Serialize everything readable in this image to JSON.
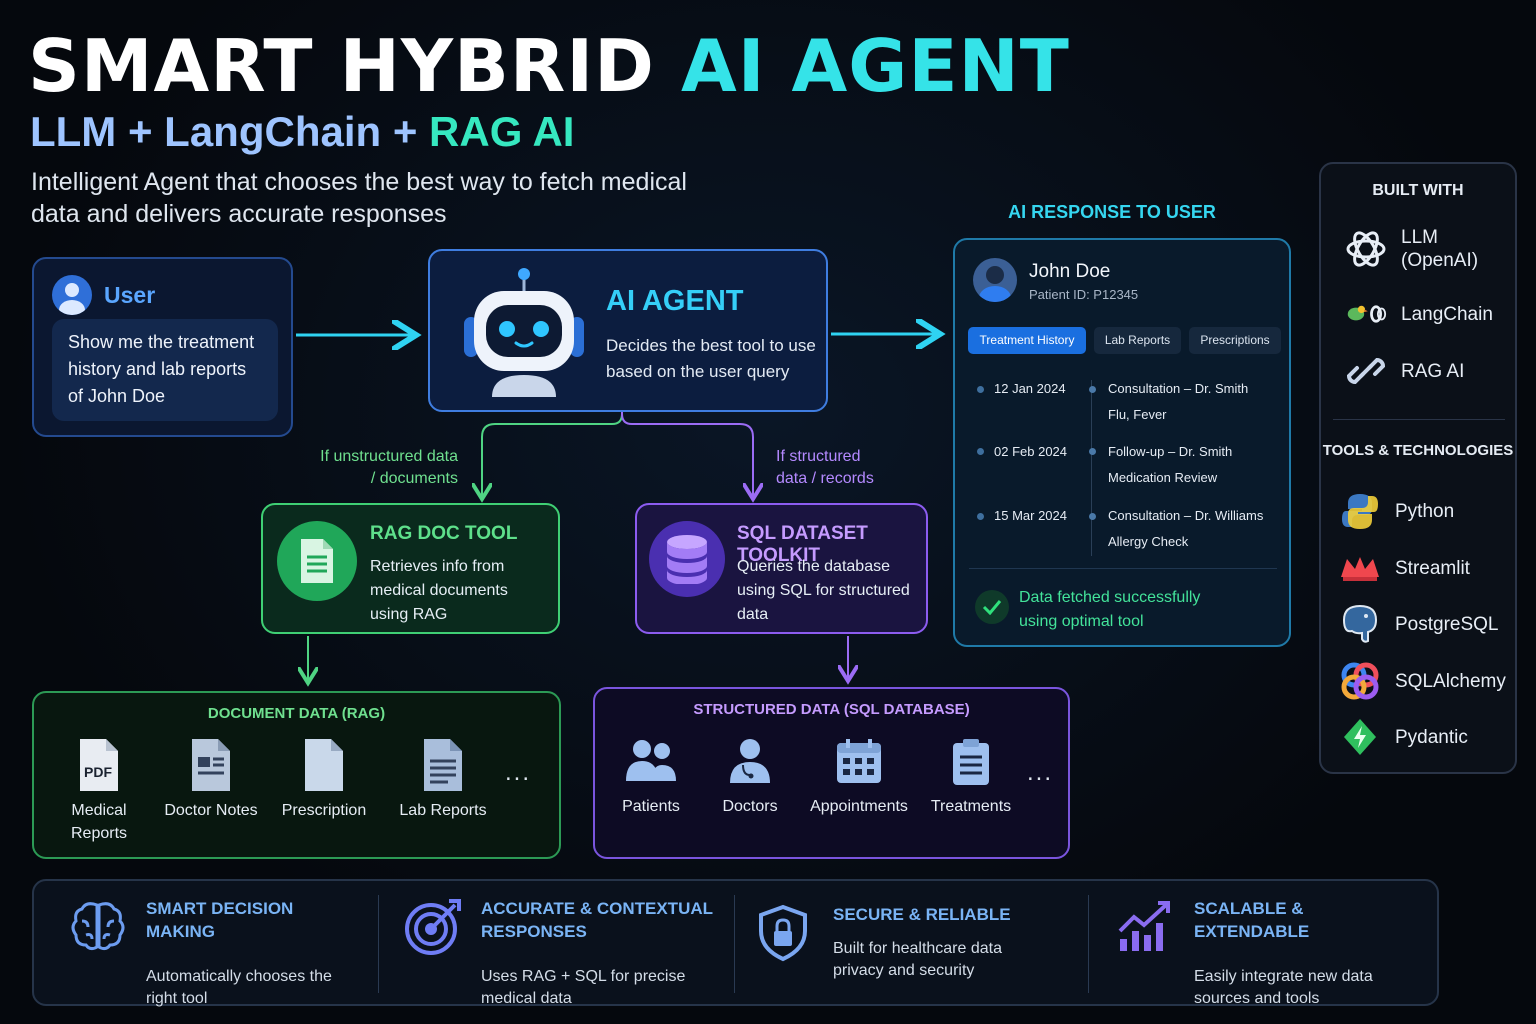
{
  "header": {
    "title_part1": "SMART HYBRID",
    "title_part2": "AI AGENT",
    "subtitle_part1": "LLM + LangChain + ",
    "subtitle_part2": "RAG AI",
    "description": "Intelligent Agent that chooses the best way to fetch medical data and delivers accurate responses"
  },
  "user": {
    "label": "User",
    "query": "Show me the treatment history and lab reports of John Doe"
  },
  "agent": {
    "title": "AI AGENT",
    "description": "Decides the best tool to use based on the user query"
  },
  "branches": {
    "unstructured_label": "If unstructured data / documents",
    "structured_label": "If structured data / records"
  },
  "rag_tool": {
    "title": "RAG DOC TOOL",
    "description": "Retrieves info from medical documents using RAG"
  },
  "sql_tool": {
    "title": "SQL DATASET TOOLKIT",
    "description": "Queries the database using SQL for structured data"
  },
  "document_data": {
    "title": "DOCUMENT DATA (RAG)",
    "items": [
      "Medical Reports",
      "Doctor Notes",
      "Prescription",
      "Lab Reports"
    ],
    "more": "..."
  },
  "structured_data": {
    "title": "STRUCTURED DATA (SQL DATABASE)",
    "items": [
      "Patients",
      "Doctors",
      "Appointments",
      "Treatments"
    ],
    "more": "..."
  },
  "response": {
    "heading": "AI RESPONSE TO USER",
    "patient_name": "John Doe",
    "patient_id": "Patient ID: P12345",
    "tabs": [
      "Treatment History",
      "Lab Reports",
      "Prescriptions"
    ],
    "active_tab": "Treatment History",
    "history": [
      {
        "date": "12 Jan 2024",
        "event": "Consultation – Dr. Smith",
        "detail": "Flu, Fever"
      },
      {
        "date": "02 Feb 2024",
        "event": "Follow-up – Dr. Smith",
        "detail": "Medication Review"
      },
      {
        "date": "15 Mar 2024",
        "event": "Consultation – Dr. Williams",
        "detail": "Allergy Check"
      }
    ],
    "status": "Data fetched successfully using optimal tool"
  },
  "built_with": {
    "title": "BUILT WITH",
    "items": [
      "LLM (OpenAI)",
      "LangChain",
      "RAG AI"
    ],
    "tools_title": "TOOLS & TECHNOLOGIES",
    "tools": [
      "Python",
      "Streamlit",
      "PostgreSQL",
      "SQLAlchemy",
      "Pydantic"
    ]
  },
  "features": [
    {
      "title": "SMART DECISION MAKING",
      "description": "Automatically chooses the right tool",
      "icon": "brain-icon"
    },
    {
      "title": "ACCURATE & CONTEXTUAL RESPONSES",
      "description": "Uses RAG + SQL for precise medical data",
      "icon": "target-icon"
    },
    {
      "title": "SECURE & RELIABLE",
      "description": "Built for healthcare data privacy and security",
      "icon": "lock-shield-icon"
    },
    {
      "title": "SCALABLE & EXTENDABLE",
      "description": "Easily integrate new data sources and tools",
      "icon": "growth-chart-icon"
    }
  ],
  "colors": {
    "accent_cyan": "#35e3e8",
    "accent_green": "#36e8c0",
    "rag_green": "#3fcf74",
    "sql_purple": "#8c5cf0",
    "agent_blue": "#3f7de0"
  }
}
